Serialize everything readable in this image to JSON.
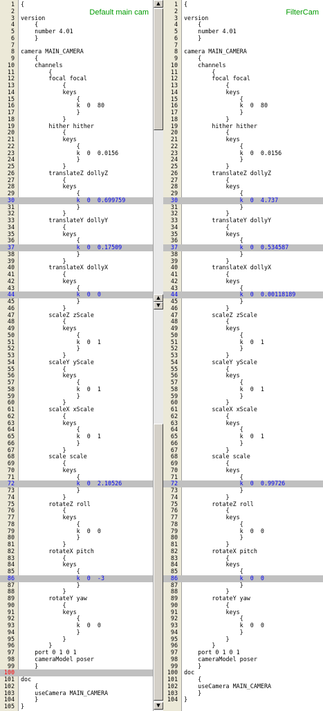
{
  "left": {
    "title": "Default main cam",
    "highlight": [
      30,
      37,
      44,
      72,
      86,
      100
    ],
    "error_lines": [
      100
    ],
    "lines": [
      "{",
      "",
      "version",
      "    {",
      "    number 4.01",
      "    }",
      "",
      "camera MAIN_CAMERA",
      "    {",
      "    channels",
      "        {",
      "        focal focal",
      "            {",
      "            keys",
      "                {",
      "                k  0  80",
      "                }",
      "            }",
      "        hither hither",
      "            {",
      "            keys",
      "                {",
      "                k  0  0.0156",
      "                }",
      "            }",
      "        translateZ dollyZ",
      "            {",
      "            keys",
      "                {",
      "                k  0  0.699759",
      "                }",
      "            }",
      "        translateY dollyY",
      "            {",
      "            keys",
      "                {",
      "                k  0  0.17509",
      "                }",
      "            }",
      "        translateX dollyX",
      "            {",
      "            keys",
      "                {",
      "                k  0  0",
      "                }",
      "            }",
      "        scaleZ zScale",
      "            {",
      "            keys",
      "                {",
      "                k  0  1",
      "                }",
      "            }",
      "        scaleY yScale",
      "            {",
      "            keys",
      "                {",
      "                k  0  1",
      "                }",
      "            }",
      "        scaleX xScale",
      "            {",
      "            keys",
      "                {",
      "                k  0  1",
      "                }",
      "            }",
      "        scale scale",
      "            {",
      "            keys",
      "                {",
      "                k  0  2.10526",
      "                }",
      "            }",
      "        rotateZ roll",
      "            {",
      "            keys",
      "                {",
      "                k  0  0",
      "                }",
      "            }",
      "        rotateX pitch",
      "            {",
      "            keys",
      "                {",
      "                k  0  -3",
      "                }",
      "            }",
      "        rotateY yaw",
      "            {",
      "            keys",
      "                {",
      "                k  0  0",
      "                }",
      "            }",
      "        }",
      "    port 0 1 0 1",
      "    cameraModel poser",
      "    }",
      "",
      "doc",
      "    {",
      "    useCamera MAIN_CAMERA",
      "    }",
      "}"
    ]
  },
  "right": {
    "title": "FilterCam",
    "highlight": [
      30,
      37,
      44,
      72,
      86
    ],
    "error_lines": [],
    "lines": [
      "{",
      "",
      "version",
      "    {",
      "    number 4.01",
      "    }",
      "",
      "camera MAIN_CAMERA",
      "    {",
      "    channels",
      "        {",
      "        focal focal",
      "            {",
      "            keys",
      "                {",
      "                k  0  80",
      "                }",
      "            }",
      "        hither hither",
      "            {",
      "            keys",
      "                {",
      "                k  0  0.0156",
      "                }",
      "            }",
      "        translateZ dollyZ",
      "            {",
      "            keys",
      "                {",
      "                k  0  4.737",
      "                }",
      "            }",
      "        translateY dollyY",
      "            {",
      "            keys",
      "                {",
      "                k  0  0.534587",
      "                }",
      "            }",
      "        translateX dollyX",
      "            {",
      "            keys",
      "                {",
      "                k  0  0.00118189",
      "                }",
      "            }",
      "        scaleZ zScale",
      "            {",
      "            keys",
      "                {",
      "                k  0  1",
      "                }",
      "            }",
      "        scaleY yScale",
      "            {",
      "            keys",
      "                {",
      "                k  0  1",
      "                }",
      "            }",
      "        scaleX xScale",
      "            {",
      "            keys",
      "                {",
      "                k  0  1",
      "                }",
      "            }",
      "        scale scale",
      "            {",
      "            keys",
      "                {",
      "                k  0  0.99726",
      "                }",
      "            }",
      "        rotateZ roll",
      "            {",
      "            keys",
      "                {",
      "                k  0  0",
      "                }",
      "            }",
      "        rotateX pitch",
      "            {",
      "            keys",
      "                {",
      "                k  0  0",
      "                }",
      "            }",
      "        rotateY yaw",
      "            {",
      "            keys",
      "                {",
      "                k  0  0",
      "                }",
      "            }",
      "        }",
      "    port 0 1 0 1",
      "    cameraModel poser",
      "    }",
      "doc",
      "    {",
      "    useCamera MAIN_CAMERA",
      "    }",
      "}"
    ]
  },
  "scrollbar": {
    "up_icon": "arrow-up-icon",
    "down_icon": "arrow-down-icon",
    "up_glyph": "▲",
    "down_glyph": "▼"
  }
}
